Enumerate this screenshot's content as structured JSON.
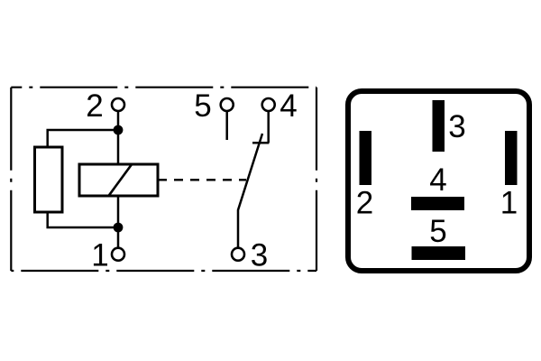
{
  "colors": {
    "ink": "#000000",
    "background": "#ffffff"
  },
  "schematic": {
    "terminals": [
      {
        "label": "2",
        "position": "top-left"
      },
      {
        "label": "5",
        "position": "top-middle"
      },
      {
        "label": "4",
        "position": "top-right"
      },
      {
        "label": "1",
        "position": "bottom-left"
      },
      {
        "label": "3",
        "position": "bottom-right"
      }
    ],
    "symbols": {
      "frame": "dash-dot-boundary",
      "resistor": "rectangle",
      "coil": "rectangle-with-diagonal",
      "switch": "changeover-contact",
      "actuation_link": "dashed-line"
    }
  },
  "pinout": {
    "pins": [
      {
        "label": "3",
        "position": "top-center-vertical"
      },
      {
        "label": "2",
        "position": "left-vertical"
      },
      {
        "label": "1",
        "position": "right-vertical"
      },
      {
        "label": "4",
        "position": "center-horizontal"
      },
      {
        "label": "5",
        "position": "lower-center-horizontal"
      }
    ]
  }
}
